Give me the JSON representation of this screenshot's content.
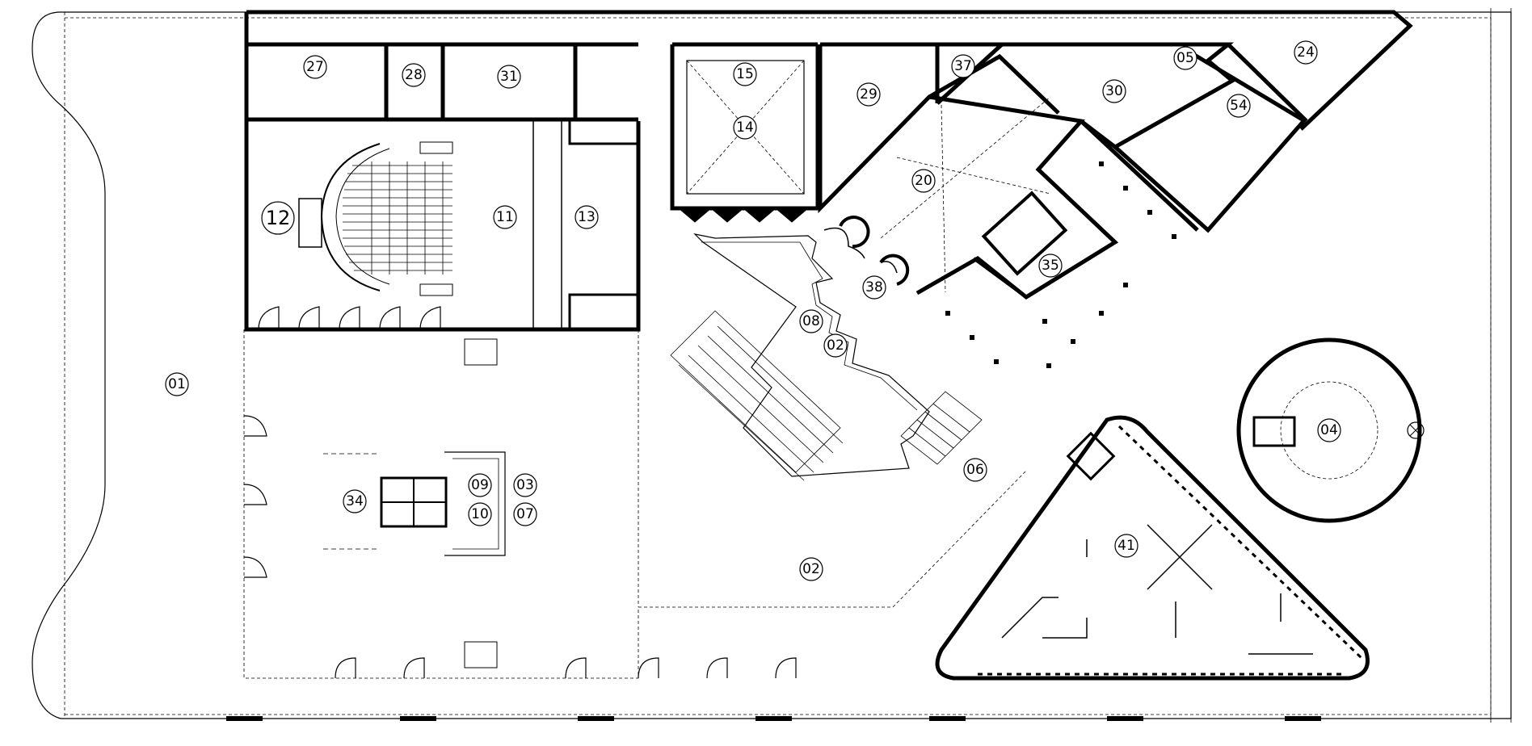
{
  "plan": {
    "room_labels": [
      {
        "id": "r27",
        "text": "27"
      },
      {
        "id": "r28",
        "text": "28"
      },
      {
        "id": "r31",
        "text": "31"
      },
      {
        "id": "r15",
        "text": "15"
      },
      {
        "id": "r14",
        "text": "14"
      },
      {
        "id": "r29",
        "text": "29"
      },
      {
        "id": "r37",
        "text": "37"
      },
      {
        "id": "r30",
        "text": "30"
      },
      {
        "id": "r05",
        "text": "05"
      },
      {
        "id": "r24",
        "text": "24"
      },
      {
        "id": "r54",
        "text": "54"
      },
      {
        "id": "r12",
        "text": "12"
      },
      {
        "id": "r11",
        "text": "11"
      },
      {
        "id": "r13",
        "text": "13"
      },
      {
        "id": "r20",
        "text": "20"
      },
      {
        "id": "r35",
        "text": "35"
      },
      {
        "id": "r38",
        "text": "38"
      },
      {
        "id": "r08",
        "text": "08"
      },
      {
        "id": "r02a",
        "text": "02"
      },
      {
        "id": "r01",
        "text": "01"
      },
      {
        "id": "r04",
        "text": "04"
      },
      {
        "id": "r09",
        "text": "09"
      },
      {
        "id": "r03",
        "text": "03"
      },
      {
        "id": "r34",
        "text": "34"
      },
      {
        "id": "r10",
        "text": "10"
      },
      {
        "id": "r07",
        "text": "07"
      },
      {
        "id": "r06",
        "text": "06"
      },
      {
        "id": "r41",
        "text": "41"
      },
      {
        "id": "r02b",
        "text": "02"
      }
    ]
  }
}
